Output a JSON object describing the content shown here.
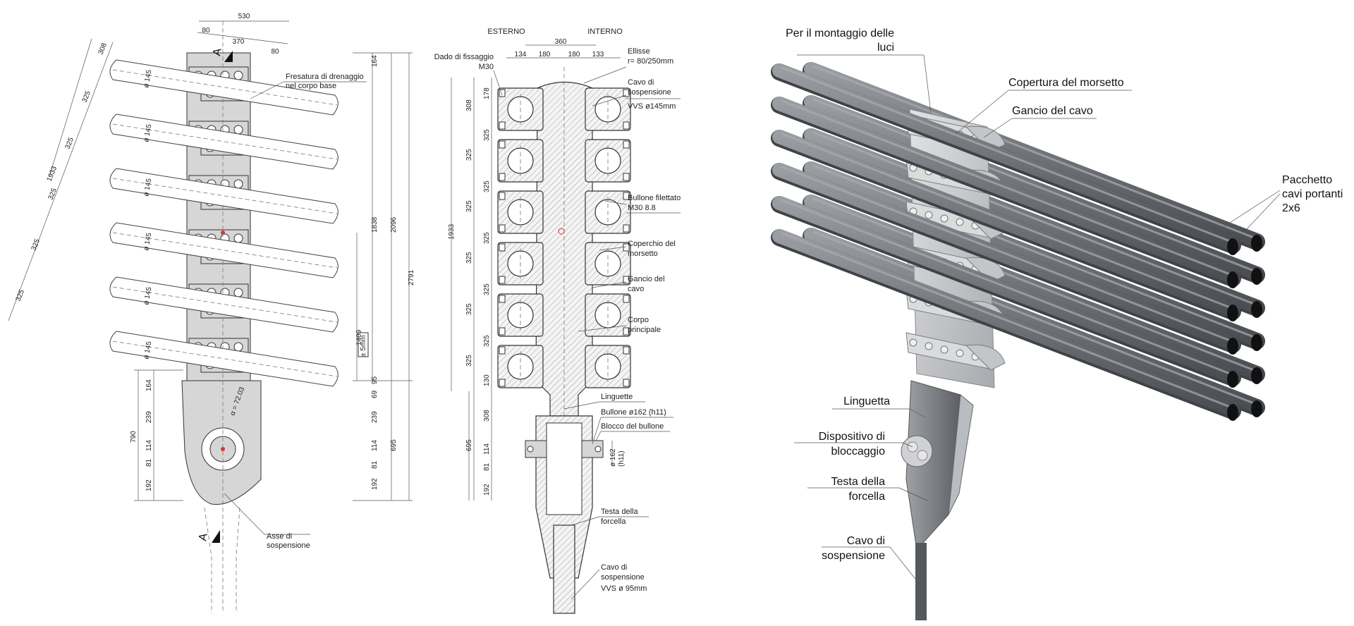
{
  "left_view": {
    "section_mark": "A",
    "top_dims": [
      "530",
      "80",
      "370",
      "80"
    ],
    "pipe_diameter": "ø 145",
    "pipe_spacing": [
      "308",
      "325",
      "325",
      "325",
      "325",
      "325"
    ],
    "overall_diag": "1933",
    "right_dims": [
      "164",
      "1838",
      "2096",
      "2791",
      "1409",
      "± 5mm",
      "95",
      "69",
      "239",
      "114",
      "81",
      "192",
      "695"
    ],
    "bottom_left_dims": [
      "164",
      "239",
      "114",
      "81",
      "192",
      "790"
    ],
    "angle": "α = 72.03",
    "label_drainage": [
      "Fresatura di drenaggio",
      "nel corpo base"
    ],
    "label_axis": [
      "Asse di",
      "sospensione"
    ]
  },
  "middle_view": {
    "side_left": "ESTERNO",
    "side_right": "INTERNO",
    "top_total": "360",
    "top_dims": [
      "134",
      "180",
      "180",
      "133"
    ],
    "left_dims": [
      "178",
      "325",
      "325",
      "325",
      "325",
      "325",
      "130",
      "308",
      "114",
      "81",
      "192"
    ],
    "outer_dims": [
      "308",
      "325",
      "325",
      "325",
      "325",
      "325",
      "1933",
      "695"
    ],
    "labels": {
      "nut": [
        "Dado di fissaggio",
        "M30"
      ],
      "ellipse": [
        "Ellisse",
        "r= 80/250mm"
      ],
      "cable": [
        "Cavo di",
        "sospensione",
        "VVS ø145mm"
      ],
      "bolt": [
        "Bullone filettato",
        "M30 8.8"
      ],
      "cover": [
        "Coperchio del",
        "morsetto"
      ],
      "hook": [
        "Gancio del",
        "cavo"
      ],
      "body": [
        "Corpo",
        "principale"
      ],
      "tongue": "Linguette",
      "bolt162": "Bullone ø162 (h11)",
      "bolt_block": "Blocco del bullone",
      "bolt_dim": [
        "ø 162",
        "(h11)"
      ],
      "fork_head": [
        "Testa della",
        "forcella"
      ],
      "cable95": [
        "Cavo di",
        "sospensione",
        "VVS ø 95mm"
      ]
    }
  },
  "render_view": {
    "labels": {
      "lights": [
        "Per il montaggio delle",
        "luci"
      ],
      "cover": "Copertura del morsetto",
      "hook": "Gancio del cavo",
      "package": [
        "Pacchetto",
        "cavi portanti",
        "2x6"
      ],
      "tongue": "Linguetta",
      "lock": [
        "Dispositivo di",
        "bloccaggio"
      ],
      "fork_head": [
        "Testa della",
        "forcella"
      ],
      "cable": [
        "Cavo di",
        "sospensione"
      ]
    },
    "colors": {
      "pipe": "#6e7277",
      "metal": "#c9cbce",
      "bolt": "#e6e6e6"
    }
  }
}
